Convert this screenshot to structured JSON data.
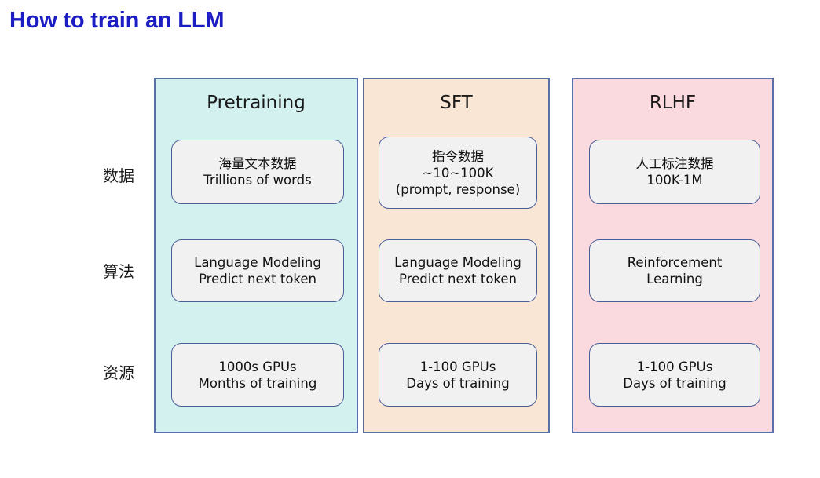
{
  "slide": {
    "title": "How to train an LLM",
    "title_color": "#1d1dc4",
    "background": "#ffffff"
  },
  "row_labels": [
    {
      "id": "data",
      "label": "数据"
    },
    {
      "id": "algorithm",
      "label": "算法"
    },
    {
      "id": "resources",
      "label": "资源"
    }
  ],
  "columns": [
    {
      "id": "pretraining",
      "header": "Pretraining",
      "fill": "#d3f1ef",
      "border": "#5a6fa5",
      "cards": {
        "data": {
          "lines": [
            "海量文本数据",
            "Trillions of words"
          ]
        },
        "algorithm": {
          "lines": [
            "Language Modeling",
            "Predict next token"
          ]
        },
        "resources": {
          "lines": [
            "1000s GPUs",
            "Months of training"
          ]
        }
      }
    },
    {
      "id": "sft",
      "header": "SFT",
      "fill": "#fae6d5",
      "border": "#5a6fa5",
      "cards": {
        "data": {
          "lines": [
            "指令数据",
            "~10~100K",
            "(prompt, response)"
          ]
        },
        "algorithm": {
          "lines": [
            "Language Modeling",
            "Predict next token"
          ]
        },
        "resources": {
          "lines": [
            "1-100 GPUs",
            "Days of training"
          ]
        }
      }
    },
    {
      "id": "rlhf",
      "header": "RLHF",
      "fill": "#fadadf",
      "border": "#5a6fa5",
      "cards": {
        "data": {
          "lines": [
            "人工标注数据",
            "100K-1M"
          ]
        },
        "algorithm": {
          "lines": [
            "Reinforcement",
            "Learning"
          ]
        },
        "resources": {
          "lines": [
            "1-100 GPUs",
            "Days of training"
          ]
        }
      }
    }
  ],
  "card_style": {
    "fill": "#f1f1f1",
    "border": "#4b5f96"
  }
}
